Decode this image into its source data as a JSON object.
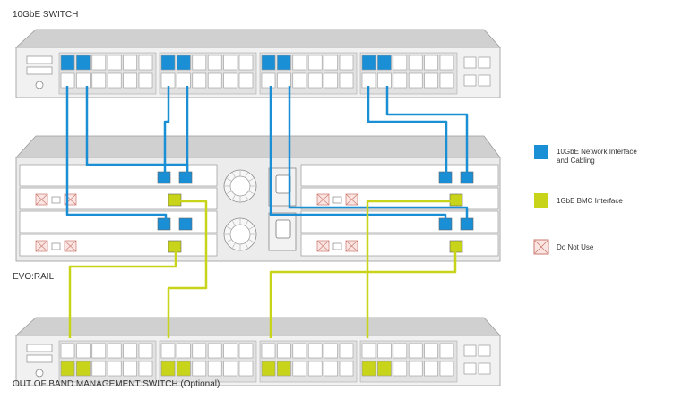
{
  "labels": {
    "top_switch": "10GbE SWITCH",
    "appliance": "EVO:RAIL",
    "bottom_switch": "OUT OF BAND MANAGEMENT SWITCH (Optional)"
  },
  "legend": [
    {
      "label": "10GbE Network Interface and Cabling",
      "color": "#1a8fd6",
      "icon": "blue-port-square"
    },
    {
      "label": "1GbE BMC Interface",
      "color": "#c8d419",
      "icon": "green-port-square"
    },
    {
      "label": "Do Not Use",
      "color": "#c9776d",
      "icon": "do-not-use-x-icon"
    }
  ],
  "colors": {
    "blue": "#1a8fd6",
    "green": "#c8d419",
    "cable_blue": "#1a8fd6",
    "cable_green": "#c8d419",
    "chassis": "#e6e6e6",
    "chassis_top": "#d0d0d0"
  }
}
